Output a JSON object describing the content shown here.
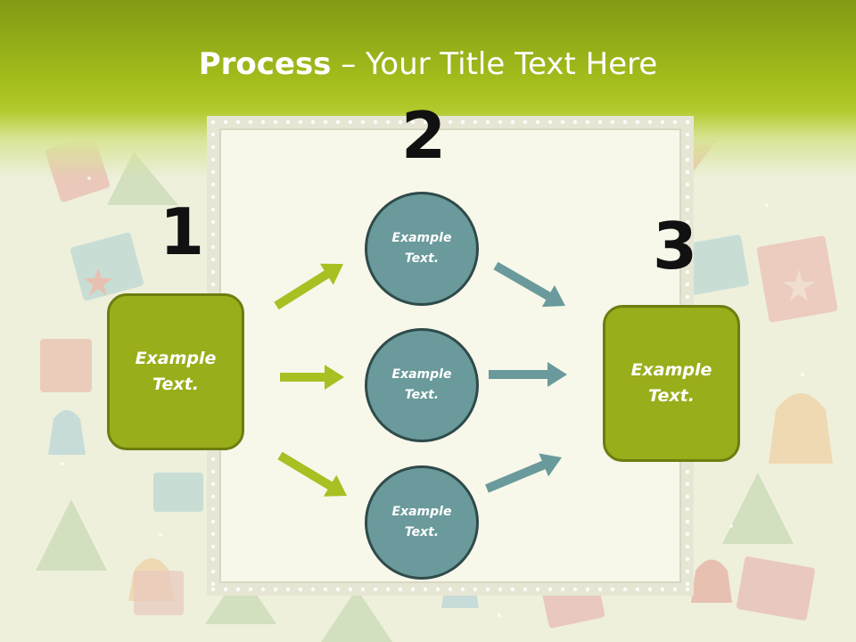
{
  "title": {
    "bold": "Process",
    "rest": " – Your Title Text Here"
  },
  "steps": {
    "one": {
      "number": "1",
      "box_text": "Example\nText."
    },
    "two": {
      "number": "2"
    },
    "three": {
      "number": "3",
      "box_text": "Example\nText."
    }
  },
  "circles": [
    {
      "text": "Example\nText."
    },
    {
      "text": "Example\nText."
    },
    {
      "text": "Example\nText."
    }
  ],
  "colors": {
    "green_box": "#9aad1a",
    "teal_circle": "#6a9a9b",
    "green_arrow": "#a9bf22",
    "teal_arrow": "#6a9a9b",
    "header": "#a3bd1c"
  }
}
